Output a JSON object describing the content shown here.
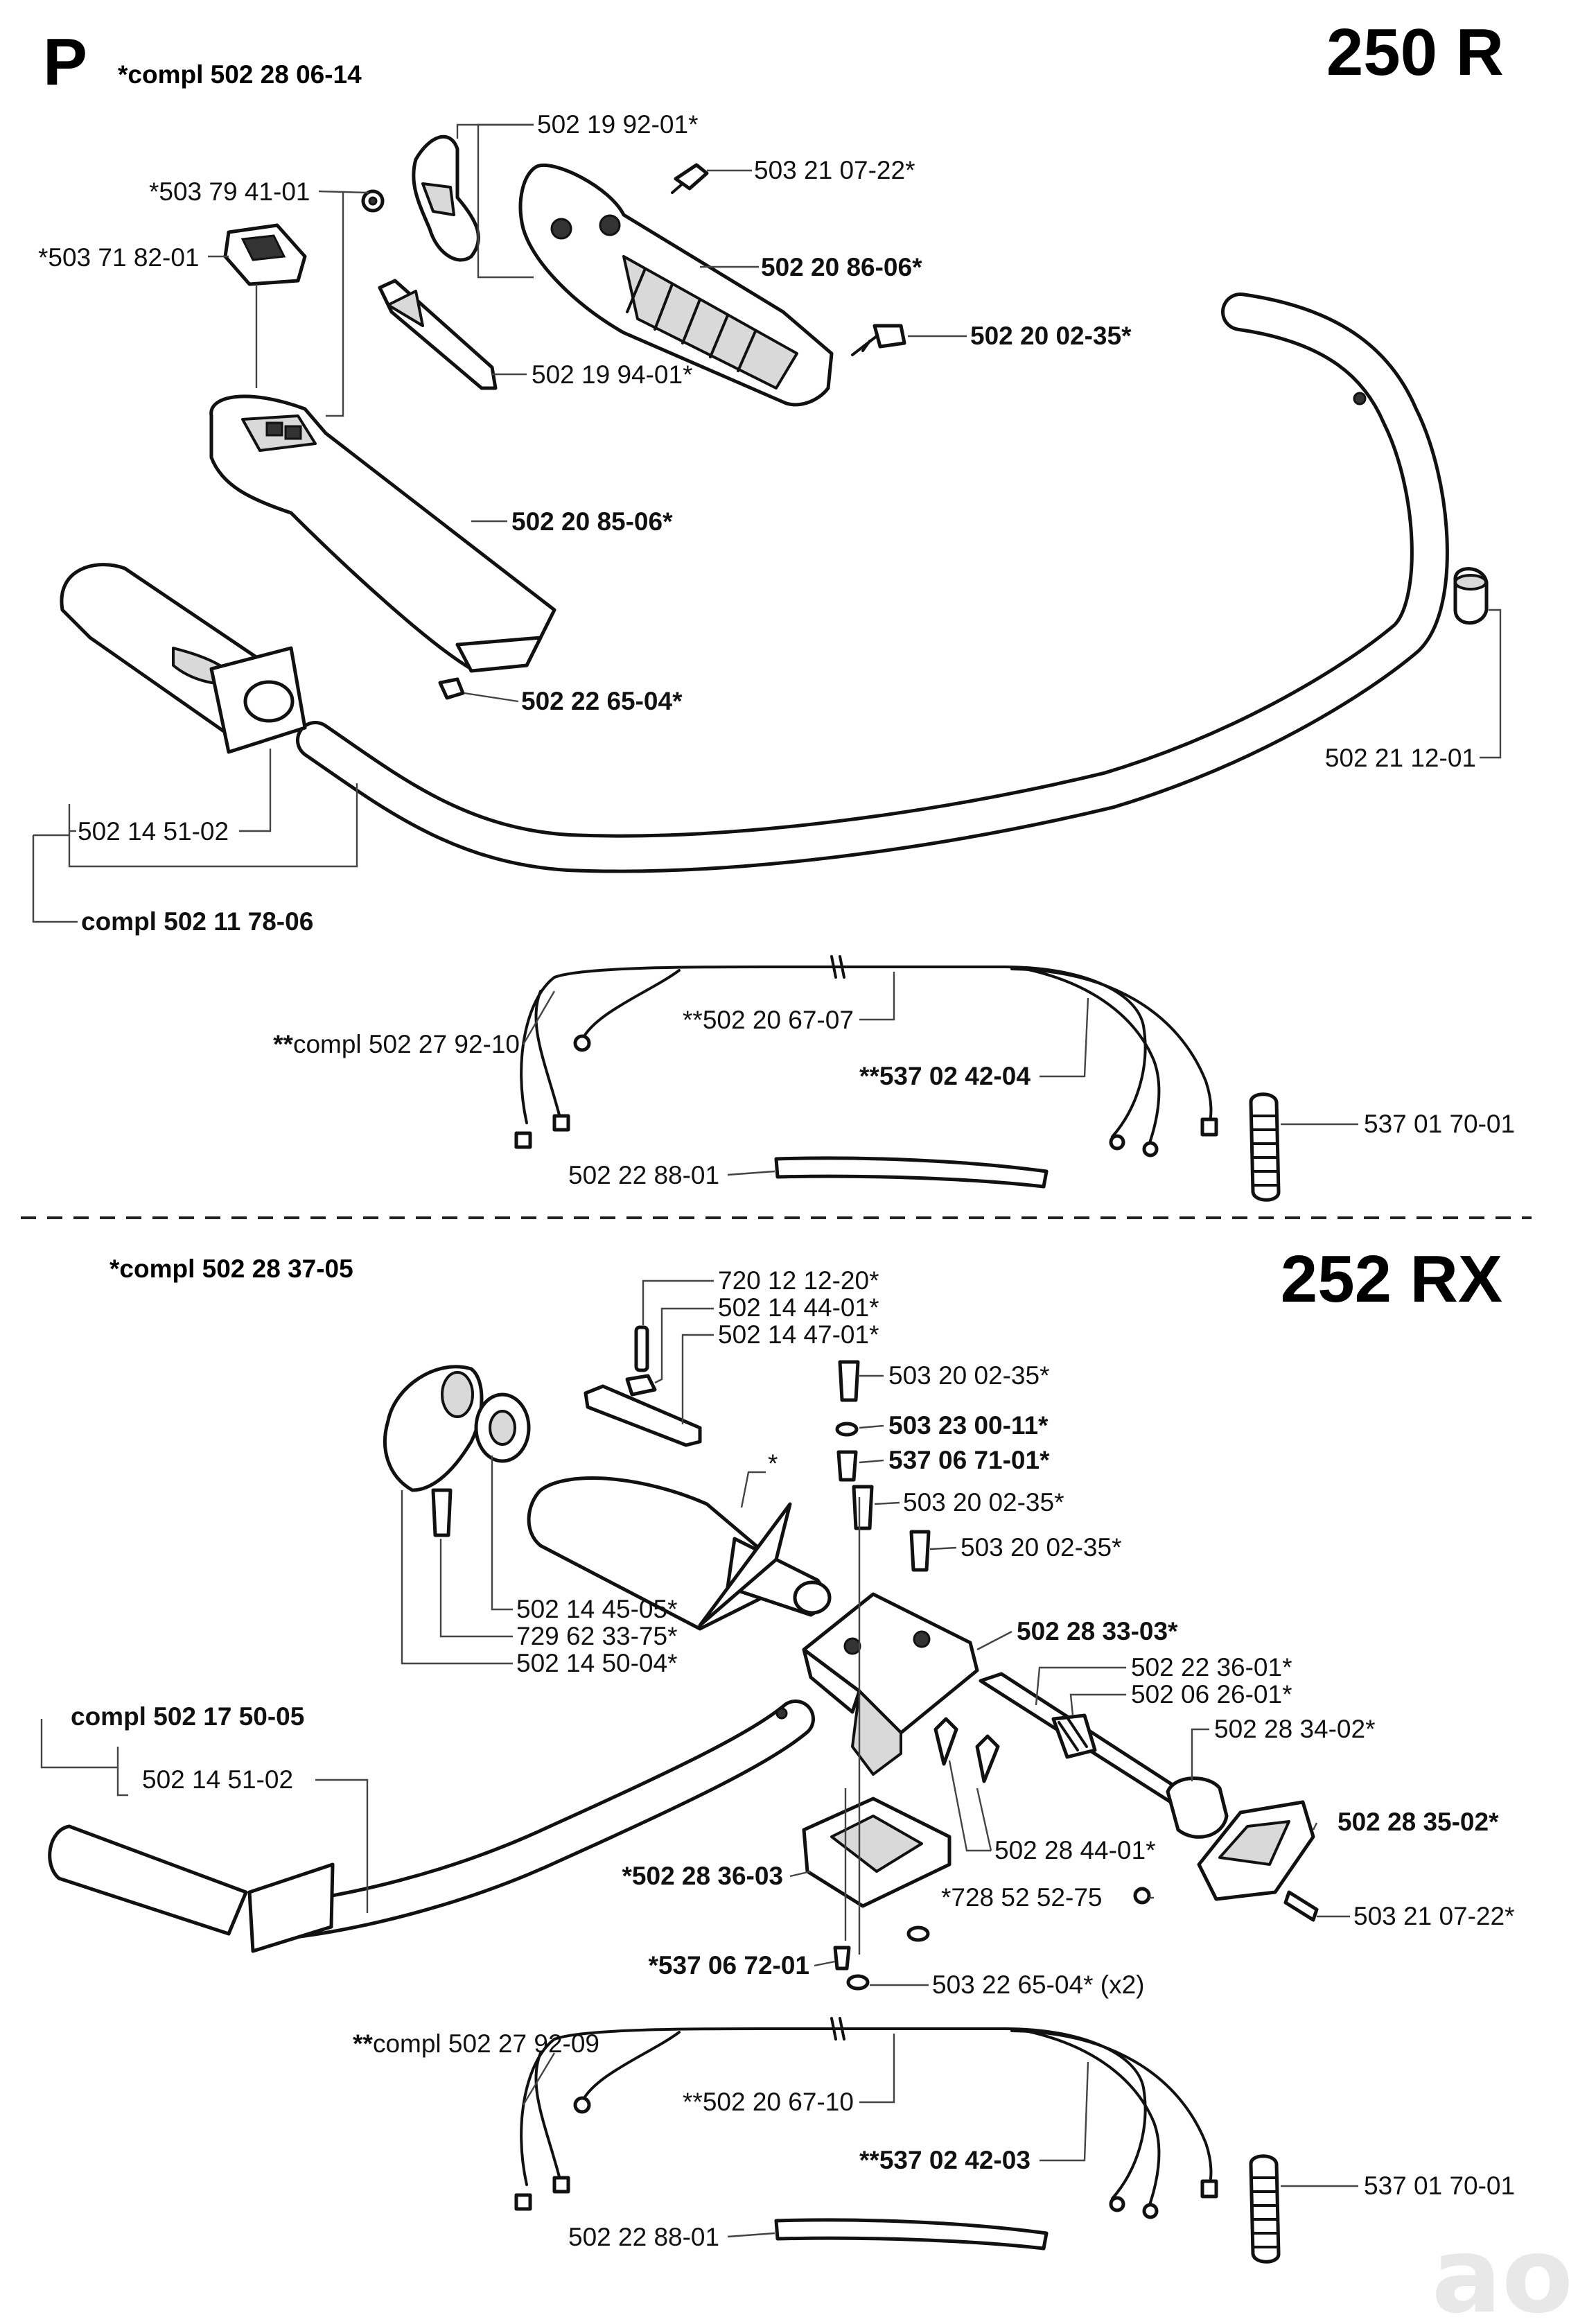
{
  "page_letter": "P",
  "watermark": "ao",
  "section_250r": {
    "model": "250 R",
    "compl_note": "*compl 502 28 06-14",
    "labels": {
      "p1": "502 19 92-01*",
      "p2": "503 21 07-22*",
      "p3": "*503 79 41-01",
      "p4": "*503 71 82-01",
      "p5": "502 20 86-06*",
      "p6": "502 20 02-35*",
      "p7": "502 19 94-01*",
      "p8": "502 20 85-06*",
      "p9": "502 22 65-04*",
      "p10": "502 21 12-01",
      "p11": "502 14 51-02",
      "p12": "compl 502 11 78-06",
      "p13": "502 20 67-07",
      "p13_prefix": "**",
      "p14": "compl 502 27 92-10",
      "p14_prefix": "**",
      "p15": "537 02 42-04",
      "p15_prefix": "**",
      "p16": "537 01 70-01",
      "p17": "502 22 88-01"
    }
  },
  "section_252rx": {
    "model": "252 RX",
    "compl_note": "*compl 502 28 37-05",
    "labels": {
      "q1": "720 12 12-20*",
      "q2": "502 14 44-01*",
      "q3": "502 14 47-01*",
      "q4": "503 20 02-35*",
      "q5": "503 23 00-11*",
      "q6": "537 06 71-01*",
      "q7": "503 20 02-35*",
      "q8": "503 20 02-35*",
      "q9": "*",
      "q10": "502 14 45-05*",
      "q11": "729 62 33-75*",
      "q12": "502 14 50-04*",
      "q13": "502 28 33-03*",
      "q14": "502 22 36-01*",
      "q15": "502 06 26-01*",
      "q16": "502 28 34-02*",
      "q17": "compl 502 17 50-05",
      "q18": "502 14 51-02",
      "q19": "502 28 35-02*",
      "q20": "502 28 44-01*",
      "q21": "*502 28 36-03",
      "q22": "*728 52 52-75",
      "q23": "503 21 07-22*",
      "q24": "*537 06 72-01",
      "q25": "503 22 65-04* (x2)",
      "q26": "compl 502 27 92-09",
      "q26_prefix": "**",
      "q27": "502 20 67-10",
      "q27_prefix": "**",
      "q28": "537 02 42-03",
      "q28_prefix": "**",
      "q29": "537 01 70-01",
      "q30": "502 22 88-01"
    }
  }
}
